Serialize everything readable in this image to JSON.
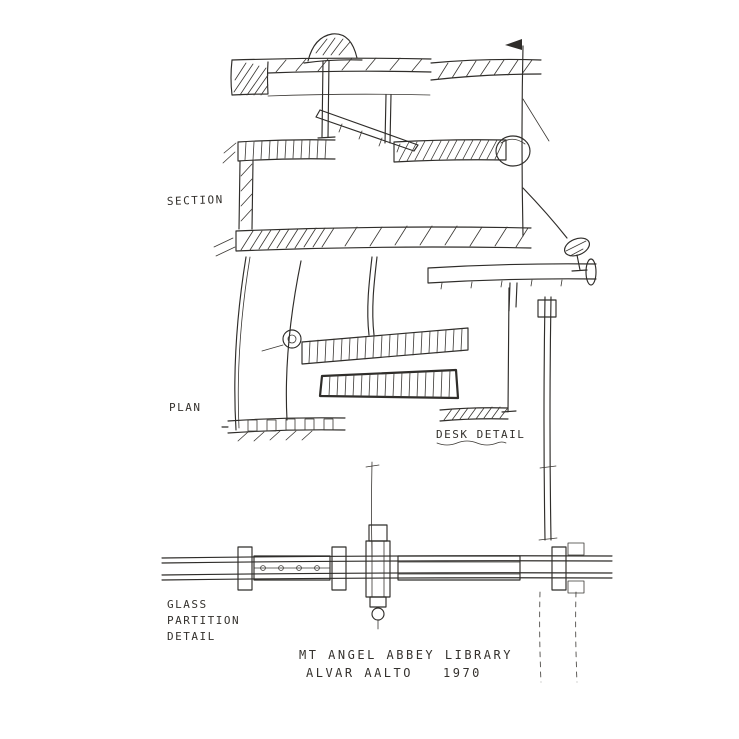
{
  "page": {
    "background_color": "#ffffff",
    "ink_color": "#2f2d2a",
    "title_line1": "MT ANGEL ABBEY LIBRARY",
    "title_line2": "ALVAR AALTO",
    "title_year": "1970"
  },
  "labels": {
    "section": "SECTION",
    "plan": "PLAN",
    "desk_detail": "DESK DETAIL",
    "glass_partition": [
      "GLASS",
      "PARTITION",
      "DETAIL"
    ]
  }
}
